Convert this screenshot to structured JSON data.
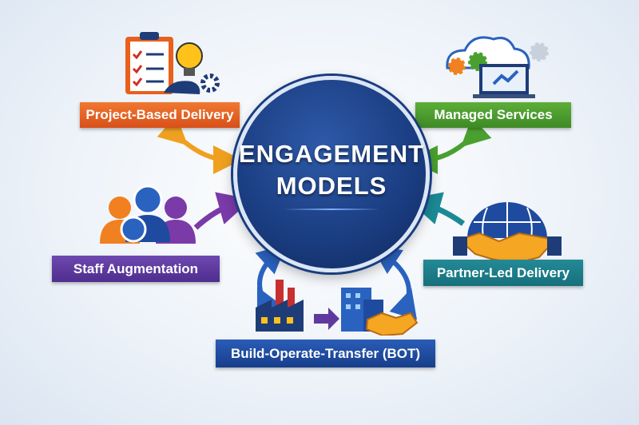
{
  "title": {
    "line1": "ENGAGEMENT",
    "line2": "MODELS"
  },
  "models": [
    {
      "label": "Project-Based Delivery",
      "color": "#e8601c",
      "icon": "clipboard-lightbulb-icon"
    },
    {
      "label": "Managed Services",
      "color": "#4a9a2e",
      "icon": "cloud-laptop-icon"
    },
    {
      "label": "Staff Augmentation",
      "color": "#5e3a9e",
      "icon": "people-icon"
    },
    {
      "label": "Partner-Led Delivery",
      "color": "#1b7a86",
      "icon": "globe-handshake-icon"
    },
    {
      "label": "Build-Operate-Transfer (BOT)",
      "color": "#1e4aa0",
      "icon": "factory-handshake-icon"
    }
  ]
}
